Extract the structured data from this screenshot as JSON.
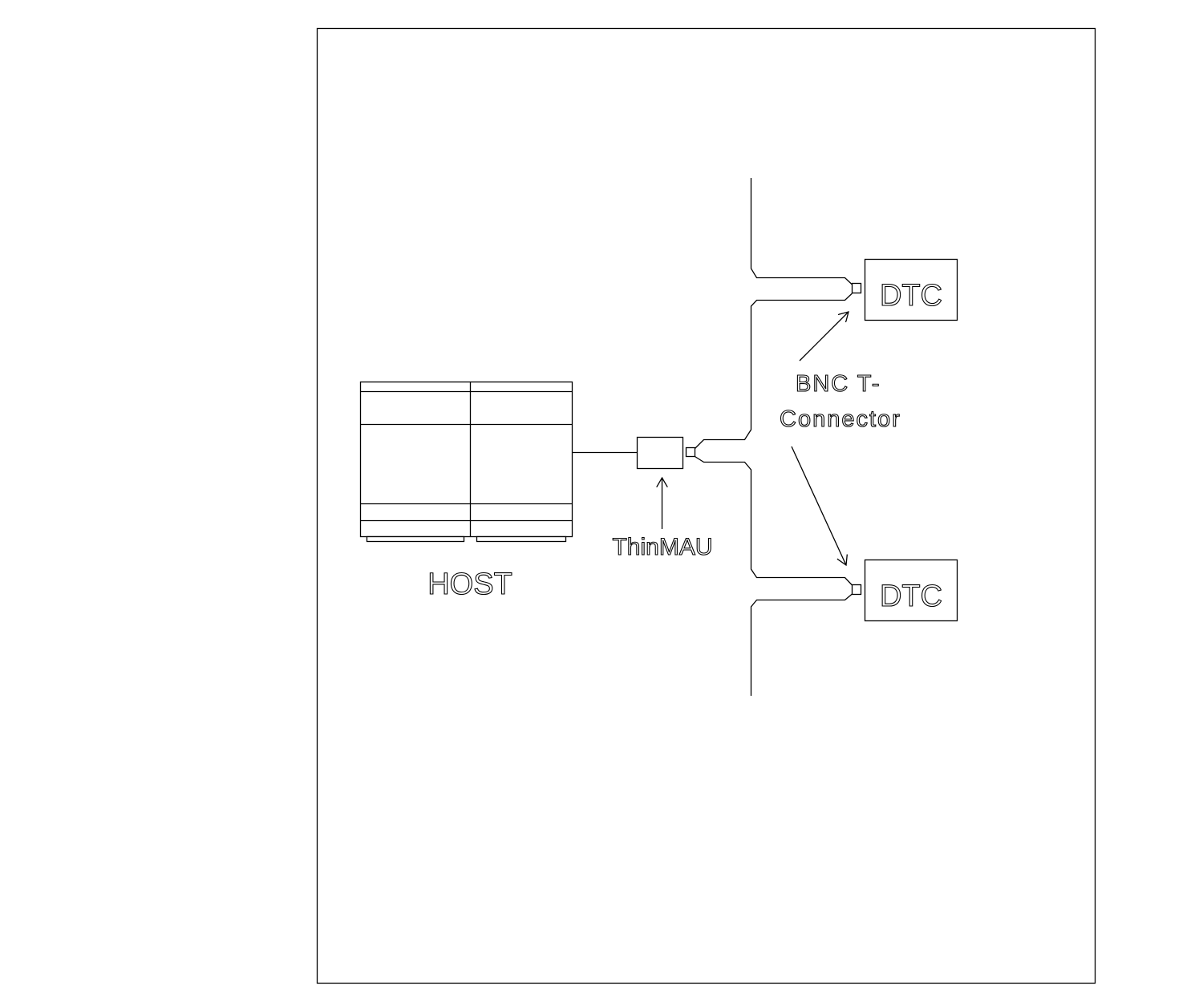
{
  "labels": {
    "host": "HOST",
    "thinmau": "ThinMAU",
    "bnc_line1": "BNC T-",
    "bnc_line2": "Connector",
    "dtc_top": "DTC",
    "dtc_bottom": "DTC"
  }
}
